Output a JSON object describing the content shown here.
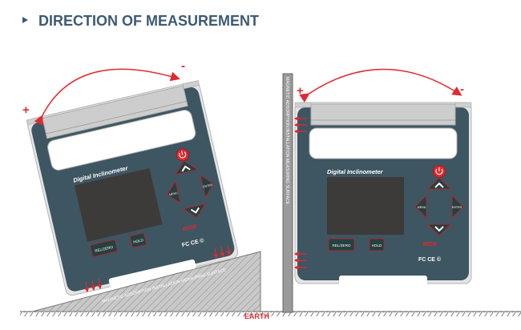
{
  "header": {
    "title": "DIRECTION OF MEASUREMENT"
  },
  "device": {
    "title": "Digital Inclinometer",
    "menu_label": "MENU",
    "enter_label": "ENTER",
    "rel_zero_label": "REL/ZERO",
    "hold_label": "HOLD",
    "brand": "RION",
    "certifications": "FC CE ©"
  },
  "labels": {
    "plus": "+",
    "minus": "-",
    "surface": "MAGNETIC ADSORPTION INSTALLATION MEASURING SURFACE",
    "earth": "EARTH"
  },
  "colors": {
    "accent": "#e02a2f",
    "title": "#3d5a73",
    "body": "#3e5562"
  }
}
